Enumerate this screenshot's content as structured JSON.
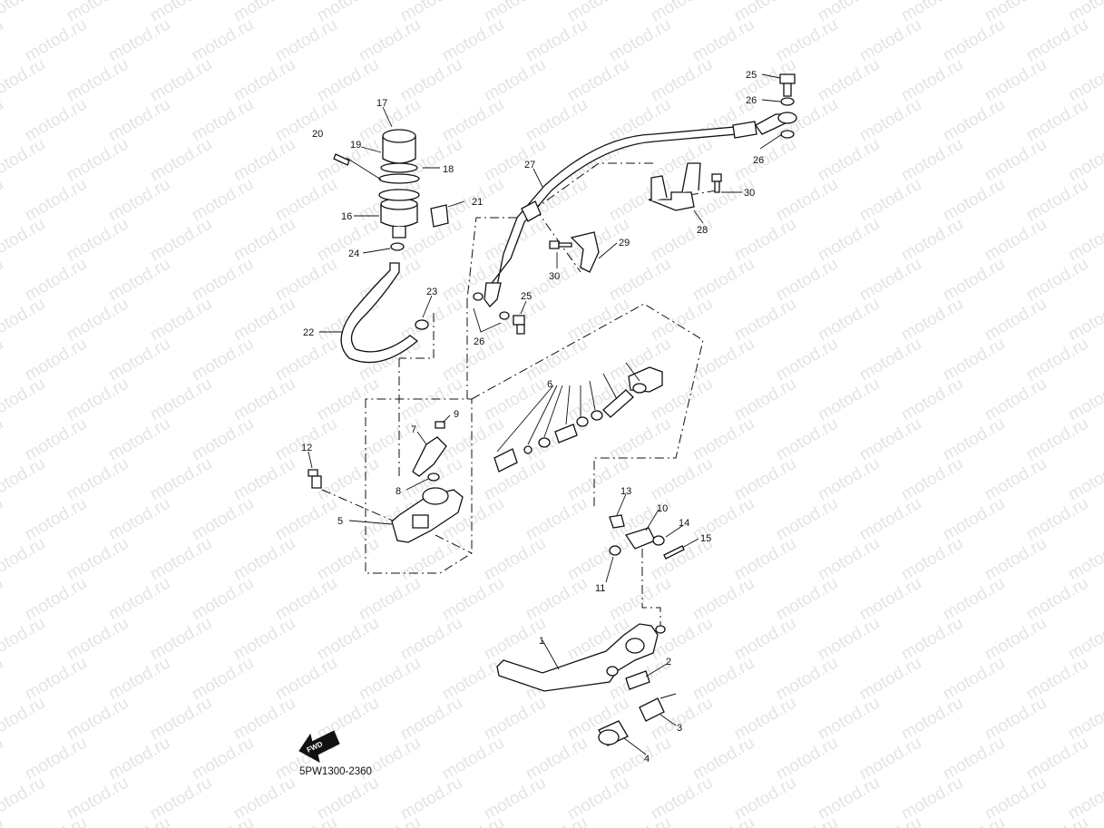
{
  "watermark": {
    "text": "motod.ru",
    "color": "#e4e4e4"
  },
  "diagram_code": "5PW1300-2360",
  "fwd_badge": "FWD",
  "callouts": {
    "c1": "1",
    "c2": "2",
    "c3": "3",
    "c4": "4",
    "c5": "5",
    "c6": "6",
    "c7": "7",
    "c8": "8",
    "c9": "9",
    "c10": "10",
    "c11": "11",
    "c12": "12",
    "c13": "13",
    "c14": "14",
    "c15": "15",
    "c16": "16",
    "c17": "17",
    "c18": "18",
    "c19": "19",
    "c20": "20",
    "c21": "21",
    "c22": "22",
    "c23": "23",
    "c24": "24",
    "c25a": "25",
    "c25b": "25",
    "c26a": "26",
    "c26b": "26",
    "c26c": "26",
    "c27": "27",
    "c28": "28",
    "c29": "29",
    "c30a": "30",
    "c30b": "30"
  }
}
